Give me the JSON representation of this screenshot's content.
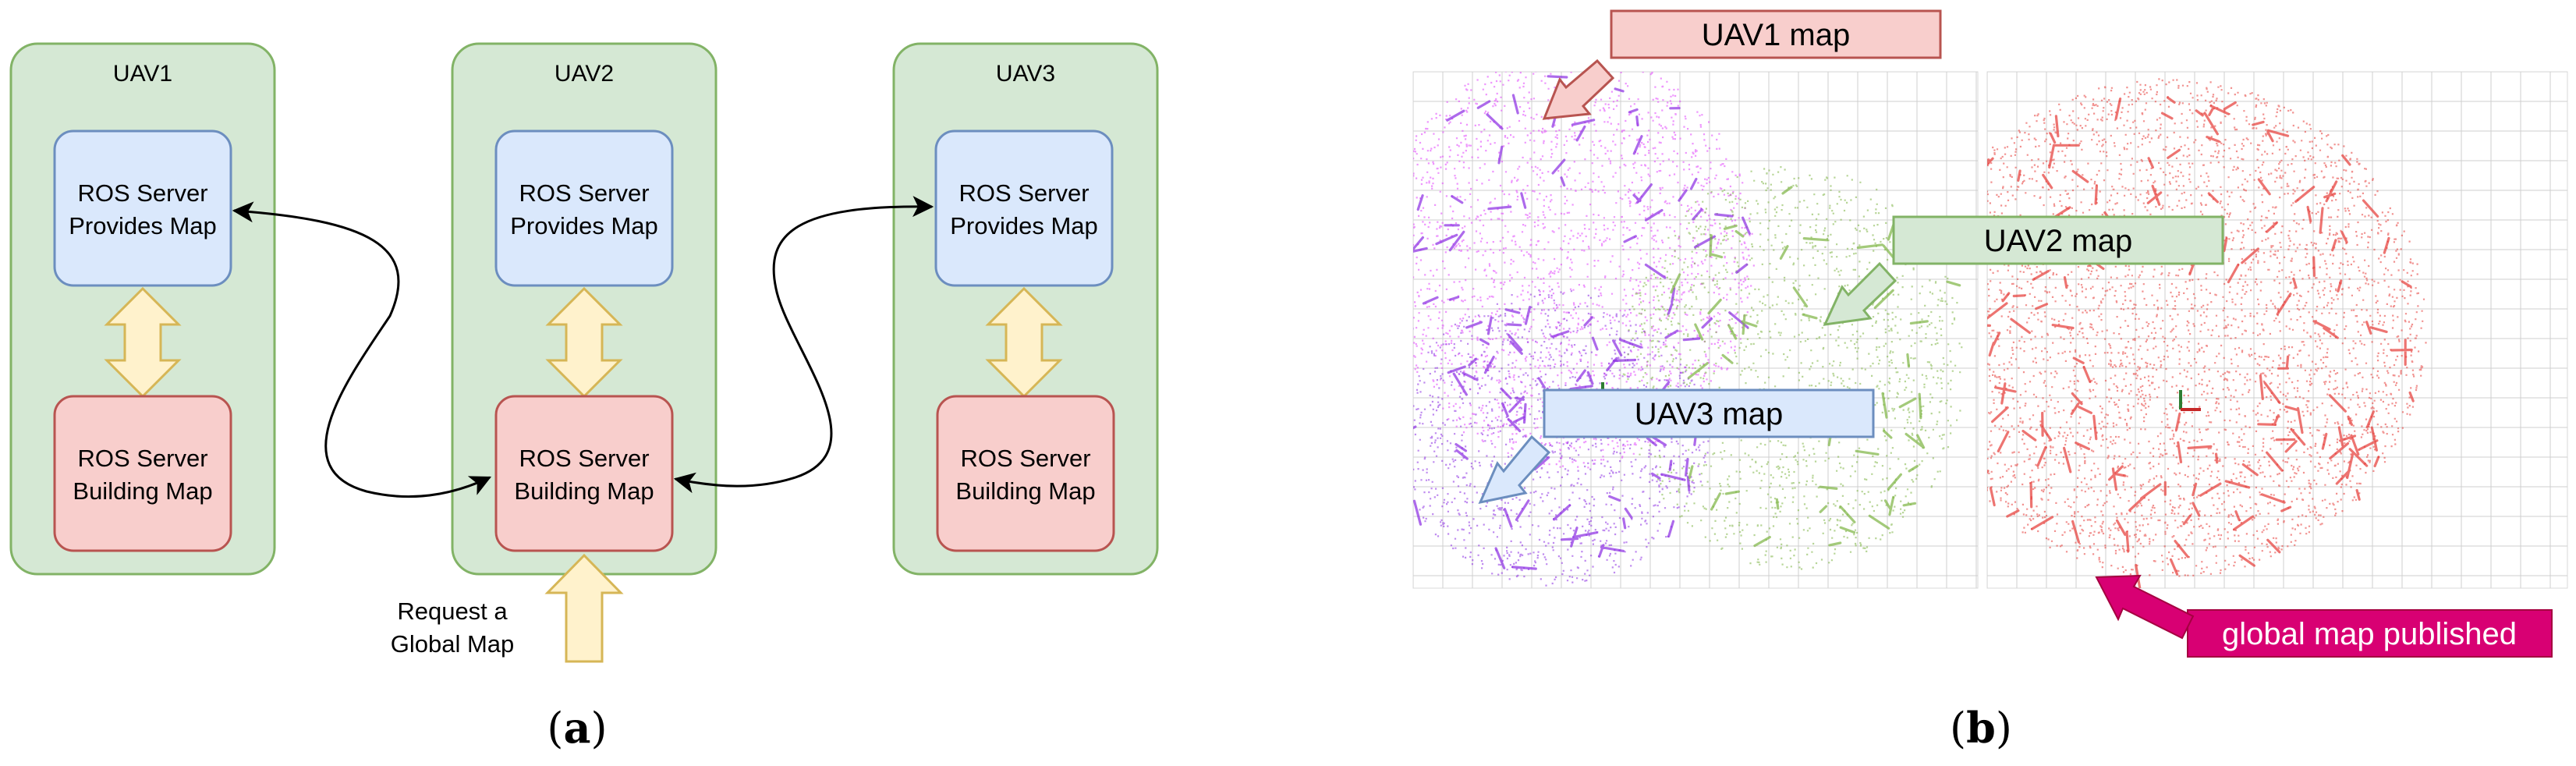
{
  "panel_a": {
    "caption_open": "(",
    "caption_letter": "a",
    "caption_close": ")",
    "uavs": [
      {
        "title": "UAV1",
        "provides": {
          "line1": "ROS Server",
          "line2": "Provides Map"
        },
        "building": {
          "line1": "ROS Server",
          "line2": "Building Map"
        }
      },
      {
        "title": "UAV2",
        "provides": {
          "line1": "ROS Server",
          "line2": "Provides Map"
        },
        "building": {
          "line1": "ROS Server",
          "line2": "Building Map"
        }
      },
      {
        "title": "UAV3",
        "provides": {
          "line1": "ROS Server",
          "line2": "Provides Map"
        },
        "building": {
          "line1": "ROS Server",
          "line2": "Building Map"
        }
      }
    ],
    "request": {
      "line1": "Request a",
      "line2": "Global Map"
    },
    "colors": {
      "uav_fill": "#d5e8d4",
      "uav_stroke": "#82b366",
      "provides_fill": "#dae8fc",
      "provides_stroke": "#6c8ebf",
      "building_fill": "#f8cecc",
      "building_stroke": "#b85450",
      "arrow_fill": "#fff2cc",
      "arrow_stroke": "#d6b656"
    }
  },
  "panel_b": {
    "caption_open": "(",
    "caption_letter": "b",
    "caption_close": ")",
    "labels": {
      "uav1": "UAV1 map",
      "uav2": "UAV2 map",
      "uav3": "UAV3 map",
      "global": "global map published"
    },
    "colors": {
      "uav1": "#f8cecc",
      "uav1_stroke": "#b85450",
      "uav2": "#d5e8d4",
      "uav2_stroke": "#82b366",
      "uav3": "#dae8fc",
      "uav3_stroke": "#6c8ebf",
      "global": "#d80073",
      "map_purple": "#8a2be2",
      "map_magenta": "#e040fb",
      "map_green": "#7cb342",
      "map_red": "#e53935",
      "grid": "#cfcfcf"
    }
  }
}
